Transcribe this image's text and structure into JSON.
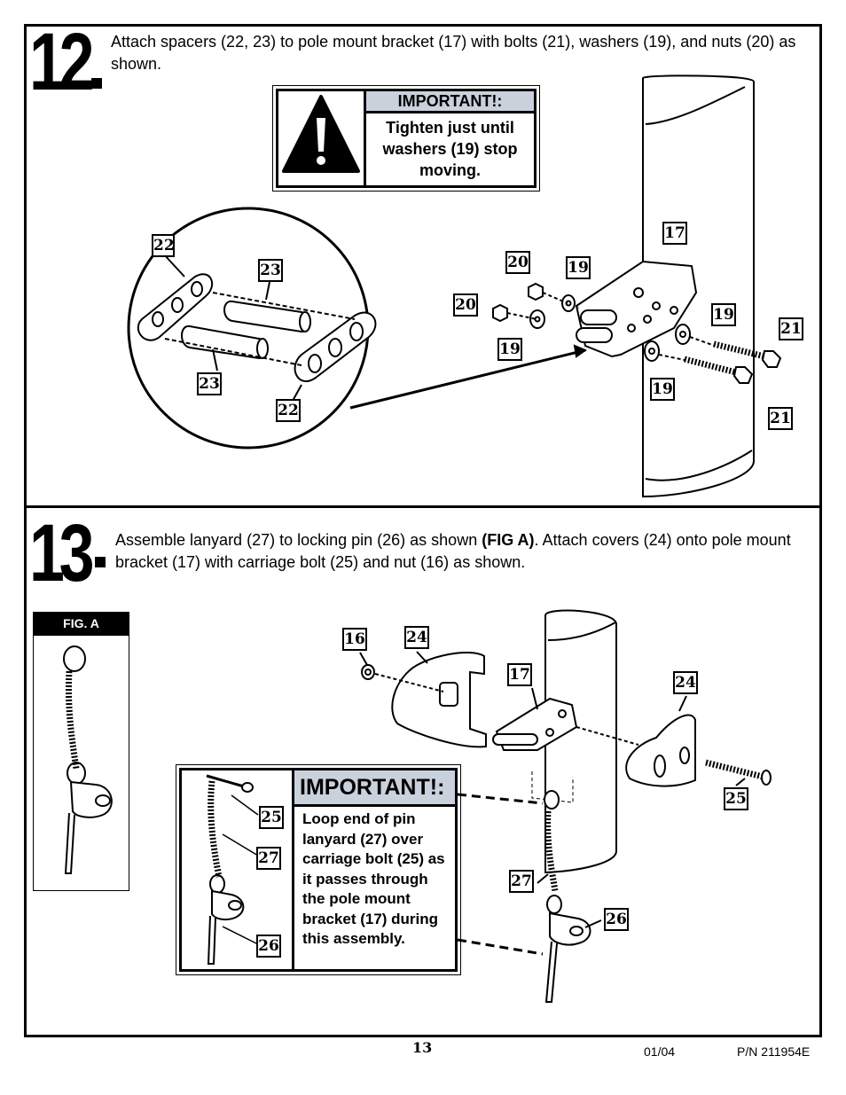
{
  "step12": {
    "number": "12",
    "instruction": "Attach spacers (22, 23) to pole mount bracket (17) with bolts (21), washers (19), and nuts (20) as shown.",
    "important": {
      "title": "IMPORTANT!:",
      "body": "Tighten just until washers (19) stop moving."
    },
    "callouts": [
      "22",
      "23",
      "23",
      "22",
      "20",
      "20",
      "19",
      "19",
      "19",
      "19",
      "17",
      "21",
      "21"
    ]
  },
  "step13": {
    "number": "13",
    "instruction_pre": "Assemble lanyard (27) to locking pin (26) as shown ",
    "instruction_bold": "(FIG A)",
    "instruction_post": ". Attach covers (24) onto pole mount bracket (17) with carriage bolt (25) and nut (16) as shown.",
    "figure_label": "FIG. A",
    "important": {
      "title": "IMPORTANT!:",
      "body": "Loop end of pin lanyard (27) over carriage bolt (25) as it passes through the pole mount bracket (17) during this assembly."
    },
    "callouts": [
      "16",
      "24",
      "17",
      "24",
      "25",
      "27",
      "26",
      "25",
      "27",
      "26"
    ]
  },
  "footer": {
    "page_number": "13",
    "date": "01/04",
    "part_number": "P/N 211954E"
  }
}
